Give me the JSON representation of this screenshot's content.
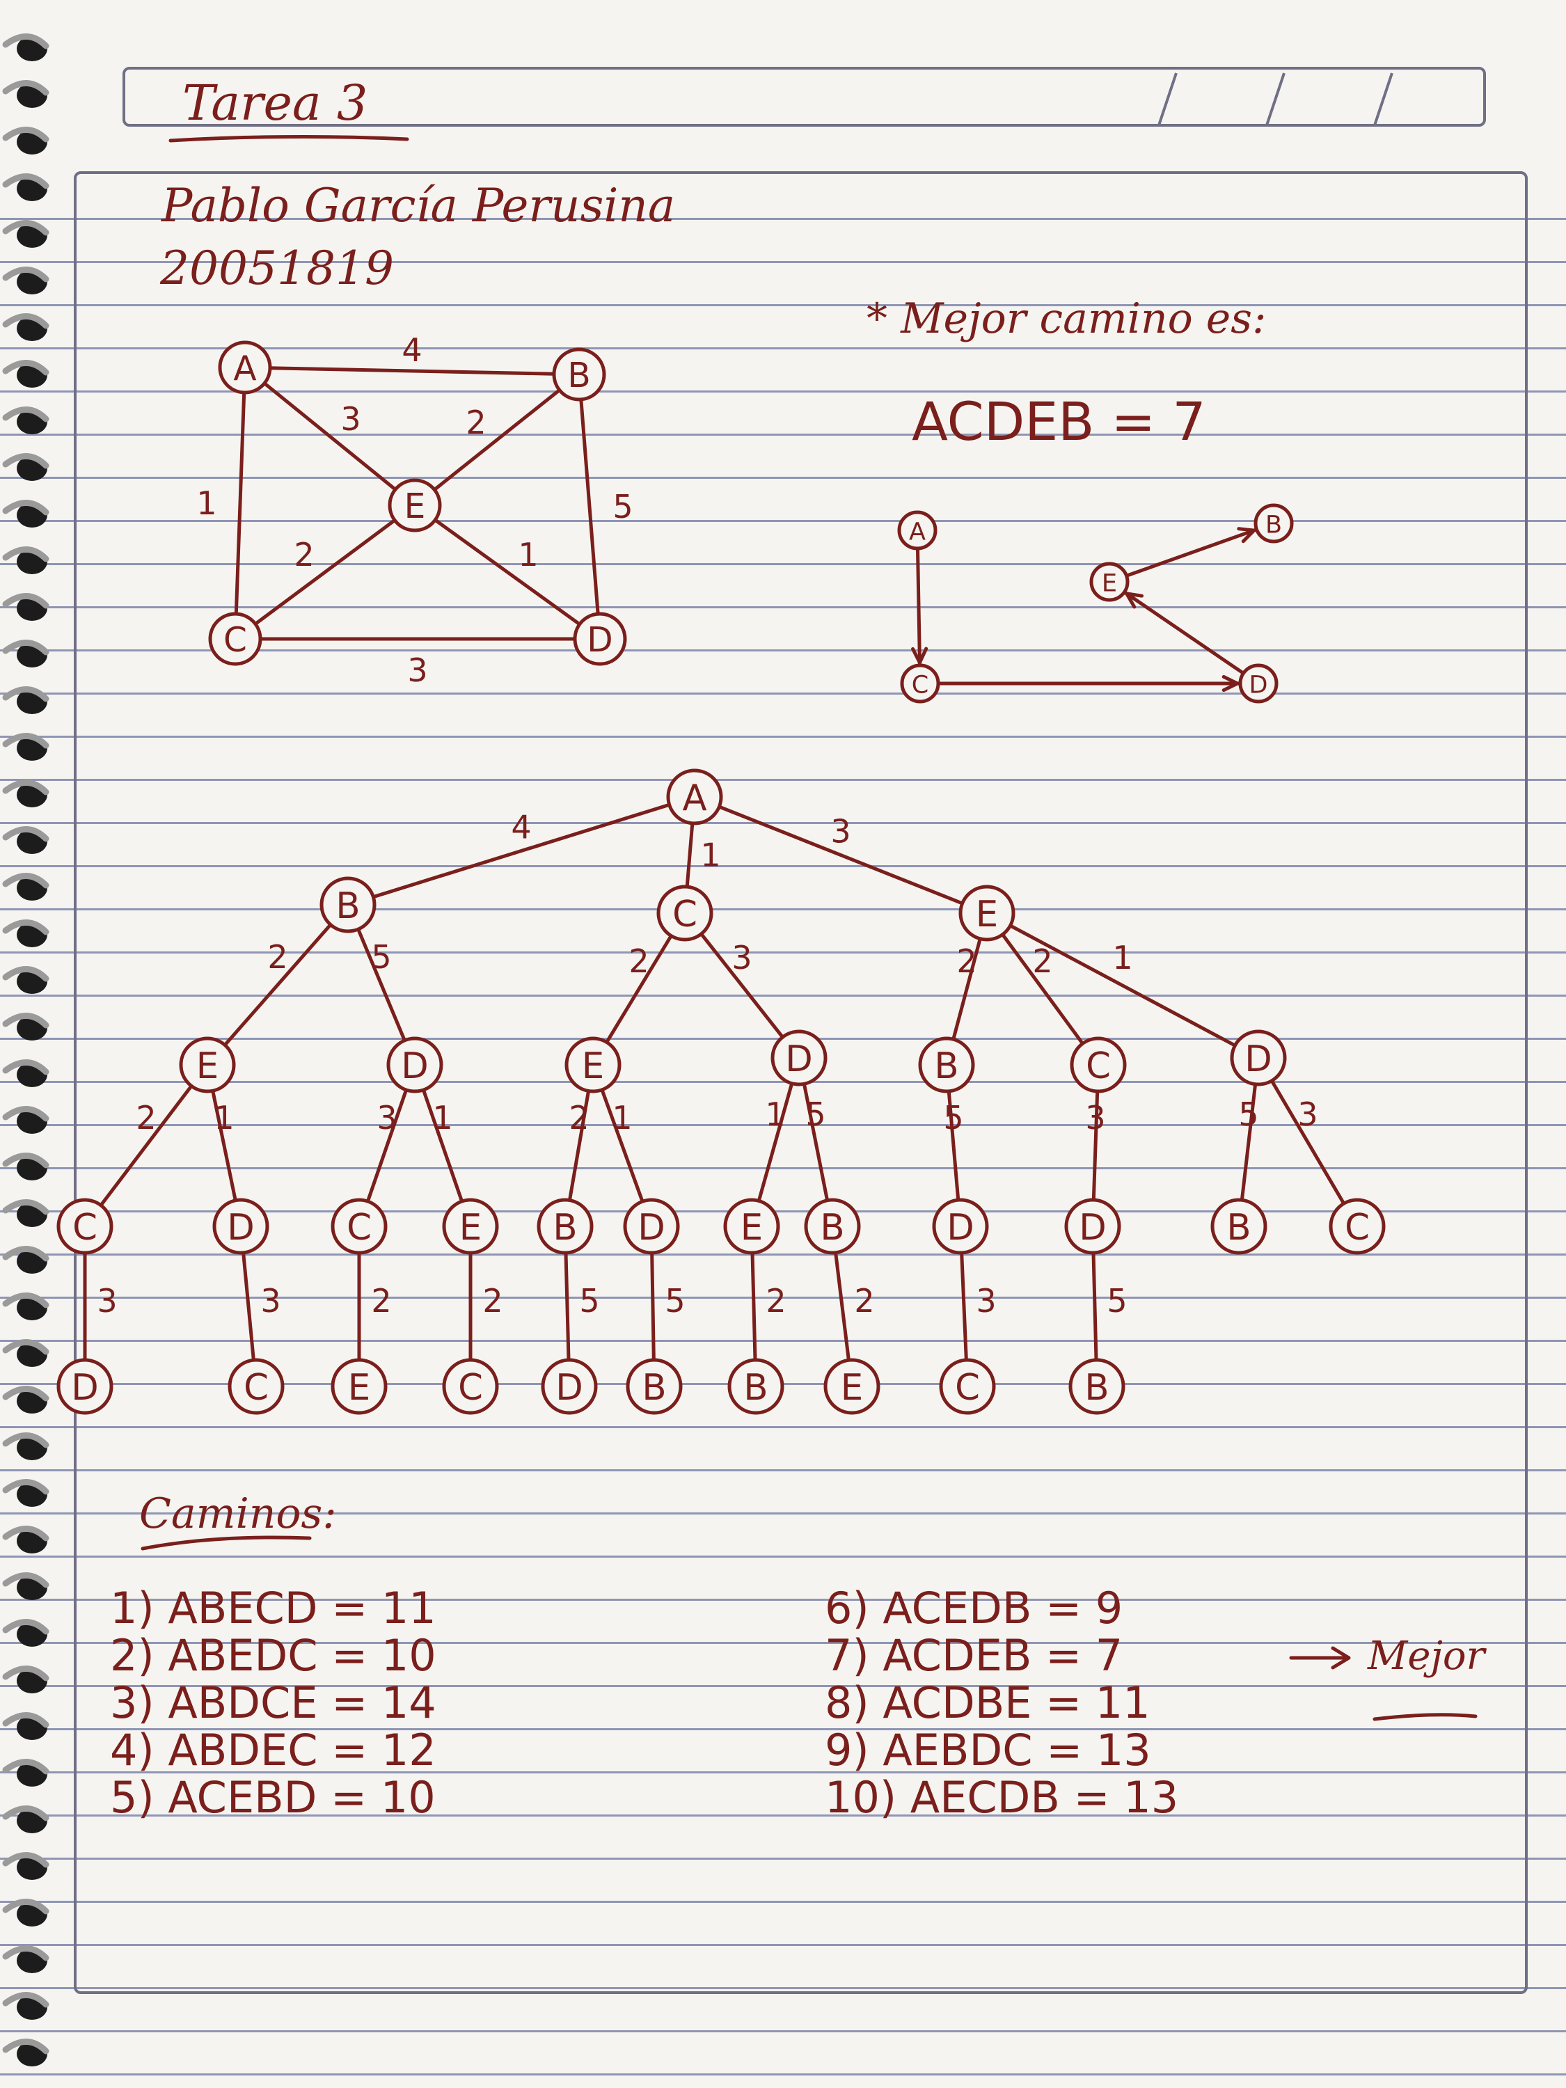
{
  "header": {
    "title": "Tarea 3"
  },
  "student": {
    "name": "Pablo García Perusina",
    "id": "20051819"
  },
  "graph": {
    "nodes": [
      "A",
      "B",
      "C",
      "D",
      "E"
    ],
    "edges": [
      {
        "from": "A",
        "to": "B",
        "weight": "4"
      },
      {
        "from": "A",
        "to": "E",
        "weight": "3"
      },
      {
        "from": "B",
        "to": "E",
        "weight": "2"
      },
      {
        "from": "A",
        "to": "C",
        "weight": "1"
      },
      {
        "from": "B",
        "to": "D",
        "weight": "5"
      },
      {
        "from": "C",
        "to": "E",
        "weight": "2"
      },
      {
        "from": "E",
        "to": "D",
        "weight": "1"
      },
      {
        "from": "C",
        "to": "D",
        "weight": "3"
      }
    ]
  },
  "best": {
    "heading": "* Mejor camino es:",
    "path": "ACDEB = 7",
    "nodes": [
      "A",
      "B",
      "C",
      "D",
      "E"
    ]
  },
  "tree": {
    "root": "A",
    "level1": [
      "B",
      "C",
      "E"
    ],
    "level1_weights": [
      "4",
      "1",
      "3"
    ],
    "level2": [
      "E",
      "D",
      "E",
      "D",
      "B",
      "C",
      "D"
    ],
    "level2_weights": [
      "2",
      "5",
      "2",
      "3",
      "2",
      "2",
      "1"
    ],
    "level3": [
      "C",
      "D",
      "C",
      "E",
      "B",
      "D",
      "E",
      "B",
      "D",
      "D",
      "B",
      "C"
    ],
    "level3_weights": [
      "2",
      "1",
      "3",
      "1",
      "2",
      "1",
      "1",
      "5",
      "5",
      "3",
      "5",
      "3"
    ],
    "level4": [
      "D",
      "C",
      "E",
      "C",
      "D",
      "B",
      "B",
      "E",
      "C",
      "B"
    ],
    "level4_weights": [
      "3",
      "3",
      "2",
      "2",
      "5",
      "5",
      "2",
      "2",
      "3",
      "5"
    ]
  },
  "caminos": {
    "heading": "Caminos:",
    "left": [
      "1) ABECD = 11",
      "2) ABEDC = 10",
      "3) ABDCE = 14",
      "4) ABDEC = 12",
      "5) ACEBD = 10"
    ],
    "right": [
      "6) ACEDB = 9",
      "7) ACDEB = 7",
      "8) ACDBE = 11",
      "9) AEBDC = 13",
      "10) AECDB = 13"
    ],
    "mejor_label": "Mejor"
  }
}
